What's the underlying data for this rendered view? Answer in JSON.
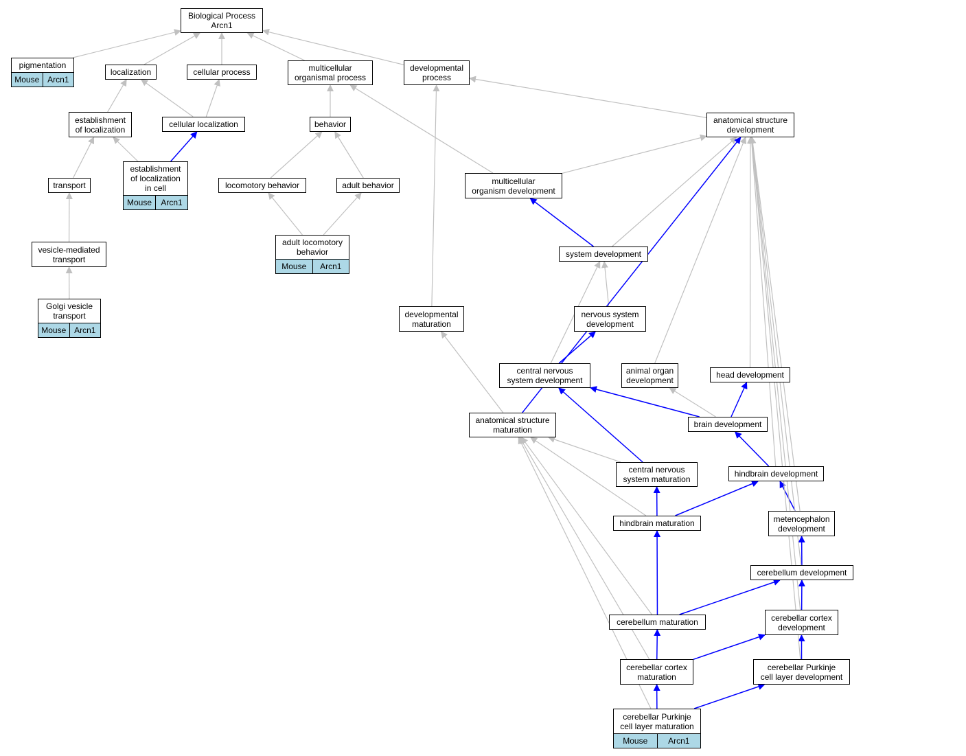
{
  "colors": {
    "gray_edge": "#c0c0c0",
    "blue_edge": "#0000ff",
    "annotation_fill": "#add8e6"
  },
  "nodes": {
    "bp": "Biological Process\nArcn1",
    "pigmentation": "pigmentation",
    "localization": "localization",
    "cellular_process": "cellular process",
    "multicellular_organismal_process": "multicellular\norganismal process",
    "developmental_process": "developmental\nprocess",
    "establishment_of_localization": "establishment\nof localization",
    "cellular_localization": "cellular localization",
    "behavior": "behavior",
    "anatomical_structure_development": "anatomical structure\ndevelopment",
    "establishment_of_localization_in_cell": "establishment\nof localization\nin cell",
    "transport": "transport",
    "locomotory_behavior": "locomotory behavior",
    "adult_behavior": "adult behavior",
    "multicellular_organism_development": "multicellular\norganism development",
    "adult_locomotory_behavior": "adult locomotory\nbehavior",
    "vesicle_mediated_transport": "vesicle-mediated\ntransport",
    "system_development": "system development",
    "golgi_vesicle_transport": "Golgi vesicle\ntransport",
    "developmental_maturation": "developmental\nmaturation",
    "nervous_system_development": "nervous system\ndevelopment",
    "cns_development": "central nervous\nsystem development",
    "animal_organ_development": "animal organ\ndevelopment",
    "head_development": "head development",
    "anatomical_structure_maturation": "anatomical structure\nmaturation",
    "brain_development": "brain development",
    "cns_maturation": "central nervous\nsystem maturation",
    "hindbrain_development": "hindbrain development",
    "hindbrain_maturation": "hindbrain maturation",
    "metencephalon_development": "metencephalon\ndevelopment",
    "cerebellum_development": "cerebellum development",
    "cerebellum_maturation": "cerebellum maturation",
    "cerebellar_cortex_development": "cerebellar cortex\ndevelopment",
    "cerebellar_cortex_maturation": "cerebellar cortex\nmaturation",
    "cerebellar_purkinje_cell_layer_development": "cerebellar Purkinje\ncell layer development",
    "cerebellar_purkinje_cell_layer_maturation": "cerebellar Purkinje\ncell layer maturation"
  },
  "annotations": {
    "pigmentation": {
      "organism": "Mouse",
      "gene": "Arcn1"
    },
    "establishment_of_localization_in_cell": {
      "organism": "Mouse",
      "gene": "Arcn1"
    },
    "adult_locomotory_behavior": {
      "organism": "Mouse",
      "gene": "Arcn1"
    },
    "golgi_vesicle_transport": {
      "organism": "Mouse",
      "gene": "Arcn1"
    },
    "cerebellar_purkinje_cell_layer_maturation": {
      "organism": "Mouse",
      "gene": "Arcn1"
    }
  },
  "edges": [
    {
      "from": "pigmentation",
      "to": "bp",
      "type": "is_a"
    },
    {
      "from": "localization",
      "to": "bp",
      "type": "is_a"
    },
    {
      "from": "cellular_process",
      "to": "bp",
      "type": "is_a"
    },
    {
      "from": "multicellular_organismal_process",
      "to": "bp",
      "type": "is_a"
    },
    {
      "from": "developmental_process",
      "to": "bp",
      "type": "is_a"
    },
    {
      "from": "establishment_of_localization",
      "to": "localization",
      "type": "is_a"
    },
    {
      "from": "cellular_localization",
      "to": "localization",
      "type": "is_a"
    },
    {
      "from": "cellular_localization",
      "to": "cellular_process",
      "type": "is_a"
    },
    {
      "from": "behavior",
      "to": "multicellular_organismal_process",
      "type": "is_a"
    },
    {
      "from": "anatomical_structure_development",
      "to": "developmental_process",
      "type": "is_a"
    },
    {
      "from": "establishment_of_localization_in_cell",
      "to": "establishment_of_localization",
      "type": "is_a"
    },
    {
      "from": "establishment_of_localization_in_cell",
      "to": "cellular_localization",
      "type": "part_of"
    },
    {
      "from": "transport",
      "to": "establishment_of_localization",
      "type": "is_a"
    },
    {
      "from": "locomotory_behavior",
      "to": "behavior",
      "type": "is_a"
    },
    {
      "from": "adult_behavior",
      "to": "behavior",
      "type": "is_a"
    },
    {
      "from": "multicellular_organism_development",
      "to": "multicellular_organismal_process",
      "type": "is_a"
    },
    {
      "from": "multicellular_organism_development",
      "to": "anatomical_structure_development",
      "type": "is_a"
    },
    {
      "from": "adult_locomotory_behavior",
      "to": "locomotory_behavior",
      "type": "is_a"
    },
    {
      "from": "adult_locomotory_behavior",
      "to": "adult_behavior",
      "type": "is_a"
    },
    {
      "from": "vesicle_mediated_transport",
      "to": "transport",
      "type": "is_a"
    },
    {
      "from": "system_development",
      "to": "multicellular_organism_development",
      "type": "part_of"
    },
    {
      "from": "system_development",
      "to": "anatomical_structure_development",
      "type": "is_a"
    },
    {
      "from": "golgi_vesicle_transport",
      "to": "vesicle_mediated_transport",
      "type": "is_a"
    },
    {
      "from": "developmental_maturation",
      "to": "developmental_process",
      "type": "is_a"
    },
    {
      "from": "nervous_system_development",
      "to": "system_development",
      "type": "is_a"
    },
    {
      "from": "cns_development",
      "to": "nervous_system_development",
      "type": "part_of"
    },
    {
      "from": "cns_development",
      "to": "system_development",
      "type": "is_a"
    },
    {
      "from": "animal_organ_development",
      "to": "anatomical_structure_development",
      "type": "is_a"
    },
    {
      "from": "head_development",
      "to": "anatomical_structure_development",
      "type": "is_a"
    },
    {
      "from": "anatomical_structure_maturation",
      "to": "developmental_maturation",
      "type": "is_a"
    },
    {
      "from": "anatomical_structure_maturation",
      "to": "anatomical_structure_development",
      "type": "part_of"
    },
    {
      "from": "brain_development",
      "to": "cns_development",
      "type": "part_of"
    },
    {
      "from": "brain_development",
      "to": "animal_organ_development",
      "type": "is_a"
    },
    {
      "from": "brain_development",
      "to": "head_development",
      "type": "part_of"
    },
    {
      "from": "cns_maturation",
      "to": "anatomical_structure_maturation",
      "type": "is_a"
    },
    {
      "from": "cns_maturation",
      "to": "cns_development",
      "type": "part_of"
    },
    {
      "from": "hindbrain_development",
      "to": "brain_development",
      "type": "part_of"
    },
    {
      "from": "hindbrain_development",
      "to": "anatomical_structure_development",
      "type": "is_a"
    },
    {
      "from": "hindbrain_maturation",
      "to": "cns_maturation",
      "type": "part_of"
    },
    {
      "from": "hindbrain_maturation",
      "to": "hindbrain_development",
      "type": "part_of"
    },
    {
      "from": "hindbrain_maturation",
      "to": "anatomical_structure_maturation",
      "type": "is_a"
    },
    {
      "from": "metencephalon_development",
      "to": "hindbrain_development",
      "type": "part_of"
    },
    {
      "from": "metencephalon_development",
      "to": "anatomical_structure_development",
      "type": "is_a"
    },
    {
      "from": "cerebellum_development",
      "to": "metencephalon_development",
      "type": "part_of"
    },
    {
      "from": "cerebellum_development",
      "to": "anatomical_structure_development",
      "type": "is_a"
    },
    {
      "from": "cerebellum_maturation",
      "to": "hindbrain_maturation",
      "type": "part_of"
    },
    {
      "from": "cerebellum_maturation",
      "to": "cerebellum_development",
      "type": "part_of"
    },
    {
      "from": "cerebellum_maturation",
      "to": "anatomical_structure_maturation",
      "type": "is_a"
    },
    {
      "from": "cerebellar_cortex_development",
      "to": "cerebellum_development",
      "type": "part_of"
    },
    {
      "from": "cerebellar_cortex_development",
      "to": "anatomical_structure_development",
      "type": "is_a"
    },
    {
      "from": "cerebellar_cortex_maturation",
      "to": "cerebellum_maturation",
      "type": "part_of"
    },
    {
      "from": "cerebellar_cortex_maturation",
      "to": "cerebellar_cortex_development",
      "type": "part_of"
    },
    {
      "from": "cerebellar_cortex_maturation",
      "to": "anatomical_structure_maturation",
      "type": "is_a"
    },
    {
      "from": "cerebellar_purkinje_cell_layer_development",
      "to": "cerebellar_cortex_development",
      "type": "part_of"
    },
    {
      "from": "cerebellar_purkinje_cell_layer_development",
      "to": "anatomical_structure_development",
      "type": "is_a"
    },
    {
      "from": "cerebellar_purkinje_cell_layer_maturation",
      "to": "cerebellar_cortex_maturation",
      "type": "part_of"
    },
    {
      "from": "cerebellar_purkinje_cell_layer_maturation",
      "to": "cerebellar_purkinje_cell_layer_development",
      "type": "part_of"
    },
    {
      "from": "cerebellar_purkinje_cell_layer_maturation",
      "to": "anatomical_structure_maturation",
      "type": "is_a"
    }
  ]
}
